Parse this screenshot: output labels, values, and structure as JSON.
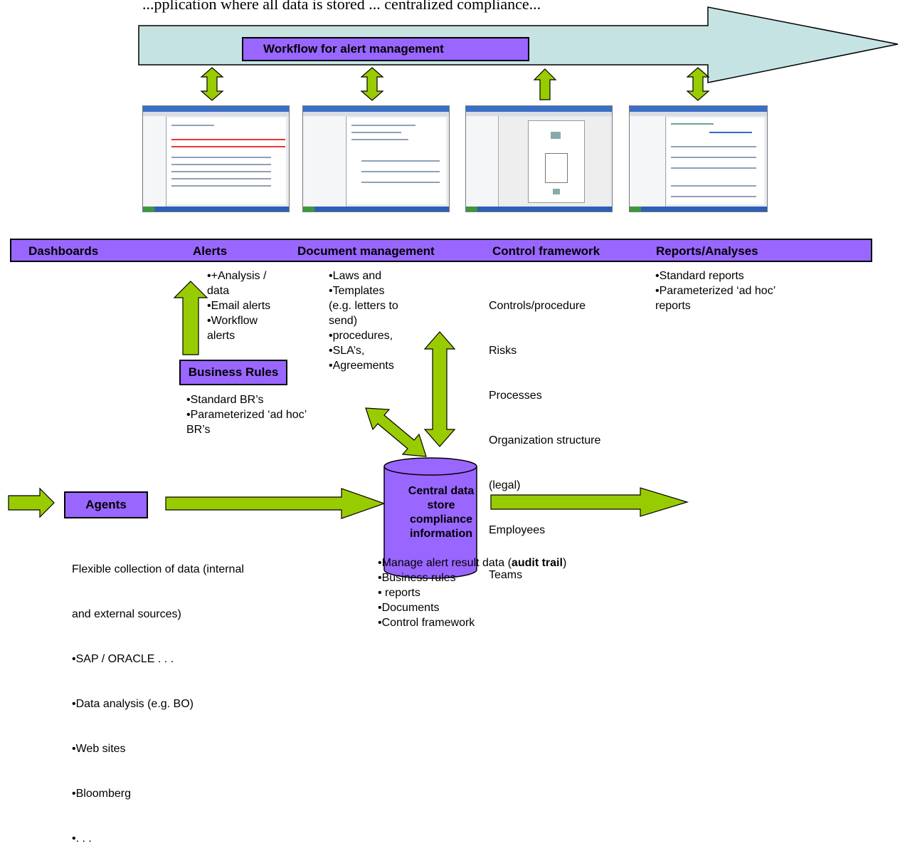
{
  "top_caption": "...pplication where all data is stored ... centralized compliance...",
  "workflow_title": "Workflow for alert management",
  "band_labels": [
    "Dashboards",
    "Alerts",
    "Document management",
    "Control framework",
    "Reports/Analyses"
  ],
  "alerts_items": [
    "•+Analysis /",
    "data",
    "•Email alerts",
    "•Workflow",
    "alerts"
  ],
  "document_items": [
    "•Laws and",
    "•Templates",
    "(e.g. letters to",
    "send)",
    "•procedures,",
    "•SLA’s,",
    "•Agreements"
  ],
  "control_items": [
    "Controls/procedure",
    " Risks",
    " Processes",
    " Organization structure",
    " (legal)",
    " Employees",
    " Teams"
  ],
  "reports_items": [
    "•Standard reports",
    "•Parameterized ‘ad hoc’",
    "reports"
  ],
  "business_rules_title": "Business Rules",
  "business_rules_items": [
    "•Standard BR’s",
    "•Parameterized ‘ad hoc’",
    "BR’s"
  ],
  "agents_title": "Agents",
  "agents_items": [
    "Flexible collection of data (internal",
    "and external sources)",
    "•SAP / ORACLE  . . .",
    "•Data analysis (e.g. BO)",
    "•Web sites",
    "•Bloomberg",
    "•. . ."
  ],
  "central_title_lines": [
    "Central data",
    "store",
    "compliance",
    "information"
  ],
  "central_items_line1": "•Manage alert result data (",
  "central_items_bold": "audit trail",
  "central_items_close": ")",
  "central_items_rest": [
    "•Business rules",
    "• reports",
    "•Documents",
    "•Control framework"
  ],
  "colors": {
    "purple": "#9966ff",
    "arrow_green": "#99cc00",
    "workflow_arrow": "#c5e3e3"
  },
  "screenshots": [
    "dashboard-screenshot",
    "document-screenshot",
    "process-screenshot",
    "reports-screenshot"
  ]
}
